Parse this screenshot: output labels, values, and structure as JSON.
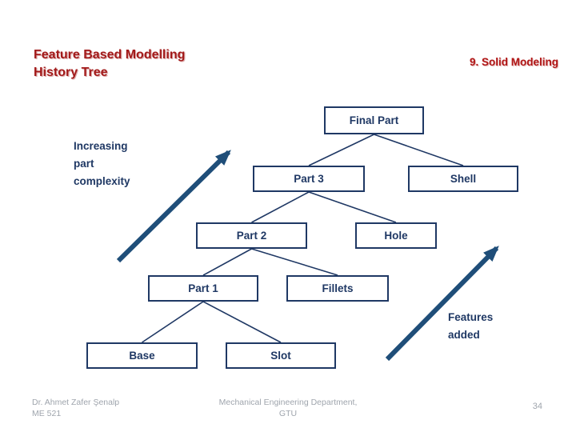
{
  "slide": {
    "title_line1": "Feature Based Modelling",
    "title_line2": "History Tree",
    "header_right": "9. Solid Modeling"
  },
  "diagram": {
    "nodes": {
      "final_part": {
        "label": "Final Part"
      },
      "part3": {
        "label": "Part 3"
      },
      "shell": {
        "label": "Shell"
      },
      "part2": {
        "label": "Part 2"
      },
      "hole": {
        "label": "Hole"
      },
      "part1": {
        "label": "Part 1"
      },
      "fillets": {
        "label": "Fillets"
      },
      "base": {
        "label": "Base"
      },
      "slot": {
        "label": "Slot"
      }
    },
    "annotations": {
      "left_arrow_label": "Increasing\npart\ncomplexity",
      "right_arrow_label": "Features\nadded"
    }
  },
  "footer": {
    "author_line1": "Dr. Ahmet Zafer Şenalp",
    "author_line2": "ME 521",
    "center_line1": "Mechanical Engineering Department,",
    "center_line2": "GTU",
    "page_number": "34"
  },
  "colors": {
    "title_red": "#A21A1A",
    "accent_red": "#B01515",
    "navy": "#1F3864",
    "arrow_blue": "#1F4E79",
    "footer_gray": "#9FA5AD"
  }
}
